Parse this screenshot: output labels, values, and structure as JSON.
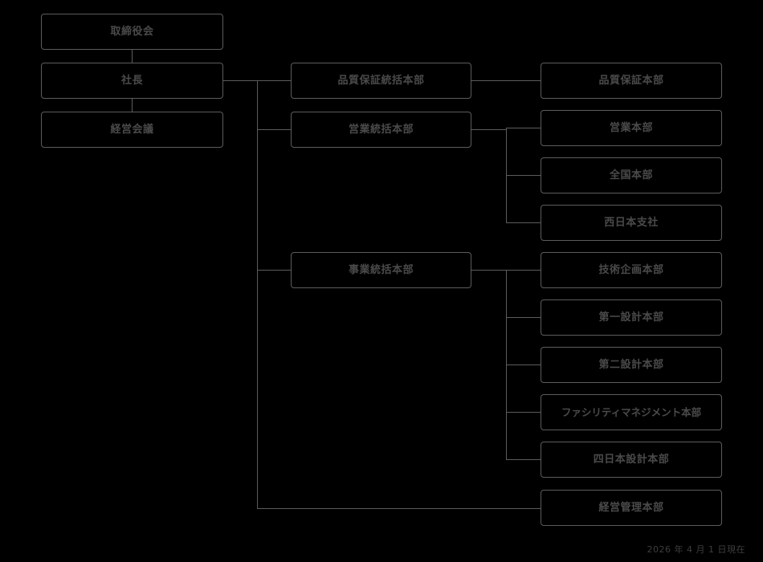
{
  "chart": {
    "title_date": "2026 年 4 月 1 日現在",
    "level1": [
      {
        "id": "board",
        "label": "取締役会"
      },
      {
        "id": "president",
        "label": "社長"
      },
      {
        "id": "mgmt-council",
        "label": "経営会議"
      }
    ],
    "level2": [
      {
        "id": "qa-hq-group",
        "label": "品質保証統括本部"
      },
      {
        "id": "sales-hq-group",
        "label": "営業統括本部"
      },
      {
        "id": "business-hq-group",
        "label": "事業統括本部"
      }
    ],
    "level3": [
      {
        "id": "qa-hq",
        "label": "品質保証本部"
      },
      {
        "id": "sales-hq",
        "label": "営業本部"
      },
      {
        "id": "national-hq",
        "label": "全国本部"
      },
      {
        "id": "west-japan-branch",
        "label": "西日本支社"
      },
      {
        "id": "tech-planning-hq",
        "label": "技術企画本部"
      },
      {
        "id": "design-hq-1",
        "label": "第一設計本部"
      },
      {
        "id": "design-hq-2",
        "label": "第二設計本部"
      },
      {
        "id": "facility-mgmt-hq",
        "label": "ファシリティマネジメント本部"
      },
      {
        "id": "shikoku-design-hq",
        "label": "四日本設計本部"
      },
      {
        "id": "admin-mgmt-hq",
        "label": "経営管理本部"
      }
    ],
    "colors": {
      "background": "#000000",
      "border": "#5c5c5c",
      "text": "#4a4a4a",
      "date_text": "#3e3e3e"
    }
  }
}
